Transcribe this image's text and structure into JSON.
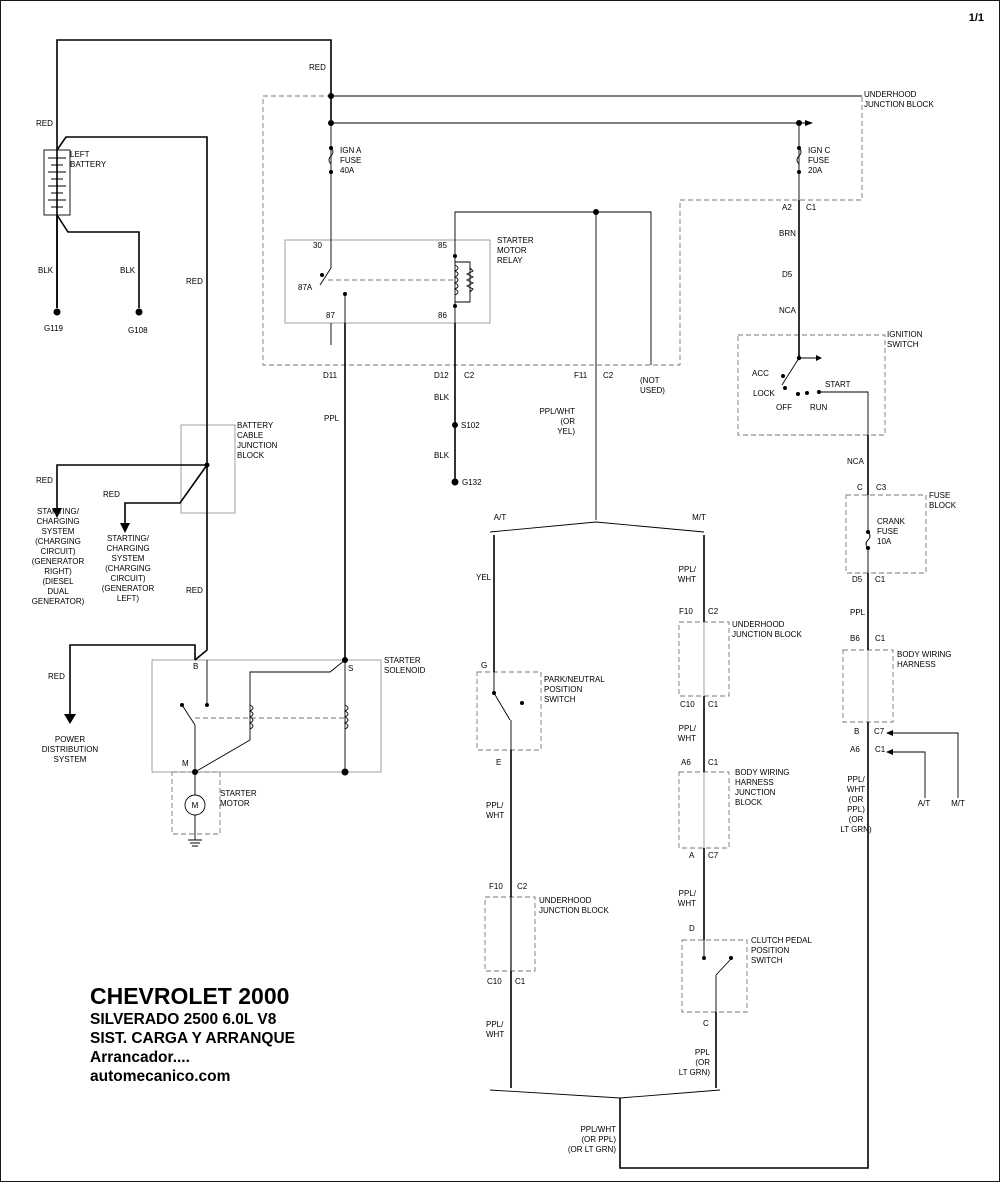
{
  "page_number": "1/1",
  "title": {
    "brand": "CHEVROLET 2000",
    "model": "SILVERADO 2500  6.0L  V8",
    "system": "SIST. CARGA Y ARRANQUE",
    "subject": "Arrancador....",
    "site": "automecanico.com"
  },
  "labels": {
    "red_top": "RED",
    "red_batt": "RED",
    "red_mid": "RED",
    "red_low": "RED",
    "red_gen1": "RED",
    "red_gen2": "RED",
    "red_pds": "RED",
    "underhood_jb": "UNDERHOOD\nJUNCTION BLOCK",
    "left_battery": "LEFT\nBATTERY",
    "blk_g119": "BLK",
    "blk_g108": "BLK",
    "g119": "G119",
    "g108": "G108",
    "ign_a_fuse": "IGN A\nFUSE\n40A",
    "ign_c_fuse": "IGN C\nFUSE\n20A",
    "starter_motor_relay": "STARTER\nMOTOR\nRELAY",
    "pin_30": "30",
    "pin_85": "85",
    "pin_87a": "87A",
    "pin_87": "87",
    "pin_86": "86",
    "a2": "A2",
    "c1_a2": "C1",
    "brn": "BRN",
    "d5_top": "D5",
    "nca_top": "NCA",
    "ignition_switch": "IGNITION\nSWITCH",
    "acc": "ACC",
    "lock": "LOCK",
    "off": "OFF",
    "run": "RUN",
    "start": "START",
    "d11": "D11",
    "d12": "D12",
    "c2_d12": "C2",
    "f11": "F11",
    "c2_f11": "C2",
    "not_used": "(NOT\nUSED)",
    "ppl_d11": "PPL",
    "blk_s102a": "BLK",
    "s102": "S102",
    "blk_s102b": "BLK",
    "g132": "G132",
    "ppl_wht_or_yel": "PPL/WHT\n(OR\nYEL)",
    "battery_cable_jb": "BATTERY\nCABLE\nJUNCTION\nBLOCK",
    "gen_right": "STARTING/\nCHARGING\nSYSTEM\n(CHARGING\nCIRCUIT)\n(GENERATOR\nRIGHT)\n(DIESEL\nDUAL\nGENERATOR)",
    "gen_left": "STARTING/\nCHARGING\nSYSTEM\n(CHARGING\nCIRCUIT)\n(GENERATOR\nLEFT)",
    "nca_mid": "NCA",
    "c_fuse": "C",
    "c3": "C3",
    "fuse_block": "FUSE\nBLOCK",
    "crank_fuse": "CRANK\nFUSE\n10A",
    "d5_low": "D5",
    "c1_d5": "C1",
    "ppl_fb": "PPL",
    "b6": "B6",
    "c1_b6": "C1",
    "body_wiring_harness": "BODY WIRING\nHARNESS",
    "b_pin": "B",
    "c7_b": "C7",
    "a6_pin": "A6",
    "c1_a6": "C1",
    "ppl_wht_or_ppl_or_ltgrn": "PPL/\nWHT\n(OR\nPPL)\n(OR\nLT GRN)",
    "at_right": "A/T",
    "mt_right": "M/T",
    "at_split": "A/T",
    "mt_split": "M/T",
    "yel": "YEL",
    "ppl_wht_mt1": "PPL/\nWHT",
    "f10_mt": "F10",
    "c2_f10_mt": "C2",
    "underhood_jb_mt": "UNDERHOOD\nJUNCTION BLOCK",
    "c10_mt": "C10",
    "c1_c10_mt": "C1",
    "ppl_wht_mt2": "PPL/\nWHT",
    "a6_mt": "A6",
    "c1_a6_mt": "C1",
    "bwh_junction": "BODY WIRING\nHARNESS\nJUNCTION\nBLOCK",
    "a_mt": "A",
    "c7_a_mt": "C7",
    "ppl_wht_mt3": "PPL/\nWHT",
    "d_mt": "D",
    "clutch_switch": "CLUTCH PEDAL\nPOSITION\nSWITCH",
    "c_mt": "C",
    "ppl_or_ltgrn": "PPL\n(OR\nLT GRN)",
    "g_at": "G",
    "park_neutral": "PARK/NEUTRAL\nPOSITION\nSWITCH",
    "e_at": "E",
    "ppl_wht_at1": "PPL/\nWHT",
    "f10_at": "F10",
    "c2_f10_at": "C2",
    "underhood_jb_at": "UNDERHOOD\nJUNCTION BLOCK",
    "c10_at": "C10",
    "c1_c10_at": "C1",
    "ppl_wht_at2": "PPL/\nWHT",
    "bottom_wire": "PPL/WHT\n(OR PPL)\n(OR LT GRN)",
    "b_sol": "B",
    "s_sol": "S",
    "m_sol": "M",
    "starter_solenoid": "STARTER\nSOLENOID",
    "starter_motor": "STARTER\nMOTOR",
    "motor_symbol": "M",
    "power_dist": "POWER\nDISTRIBUTION\nSYSTEM"
  }
}
